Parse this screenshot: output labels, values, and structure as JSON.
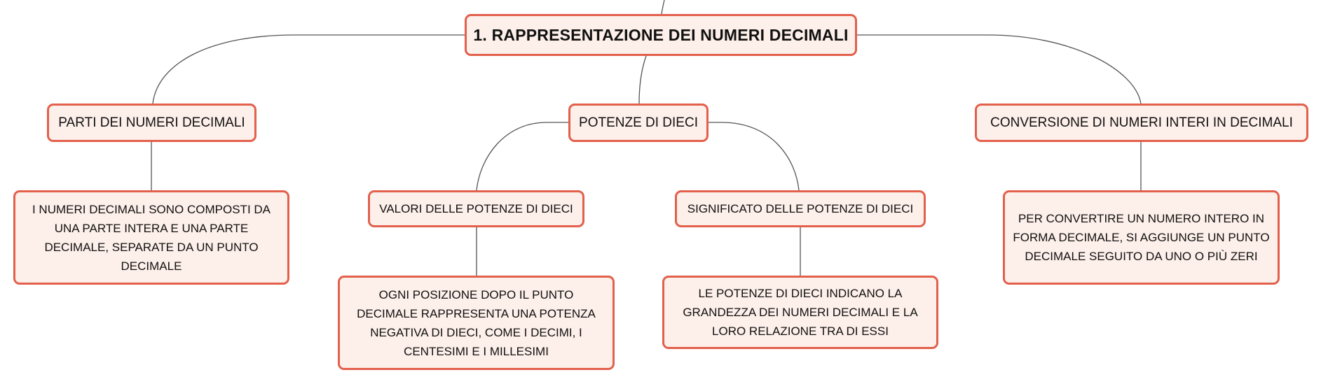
{
  "diagram": {
    "root": {
      "label": "1. RAPPRESENTAZIONE DEI NUMERI DECIMALI"
    },
    "branches": [
      {
        "label": "PARTI DEI NUMERI DECIMALI",
        "detail": "I NUMERI DECIMALI SONO COMPOSTI DA UNA PARTE INTERA E UNA PARTE DECIMALE, SEPARATE DA UN PUNTO DECIMALE"
      },
      {
        "label": "POTENZE DI DIECI",
        "children": [
          {
            "label": "VALORI DELLE POTENZE DI DIECI",
            "detail": "OGNI POSIZIONE DOPO IL PUNTO DECIMALE RAPPRESENTA UNA POTENZA NEGATIVA DI DIECI, COME I DECIMI, I CENTESIMI E I MILLESIMI"
          },
          {
            "label": "SIGNIFICATO DELLE POTENZE DI DIECI",
            "detail": "LE POTENZE DI DIECI INDICANO LA GRANDEZZA DEI NUMERI DECIMALI E LA LORO RELAZIONE TRA DI ESSI"
          }
        ]
      },
      {
        "label": "CONVERSIONE DI NUMERI INTERI IN DECIMALI",
        "detail": "PER CONVERTIRE UN NUMERO INTERO IN FORMA DECIMALE, SI AGGIUNGE UN PUNTO DECIMALE SEGUITO DA UNO O PIÙ ZERI"
      }
    ]
  }
}
